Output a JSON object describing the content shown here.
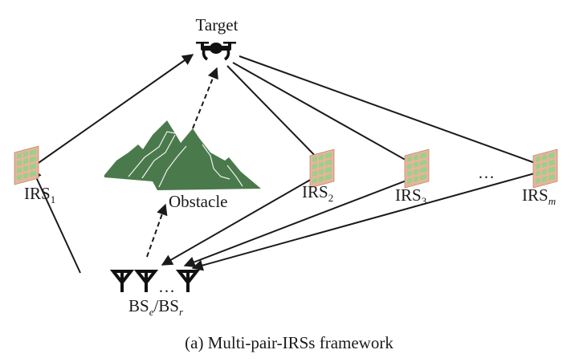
{
  "diagram": {
    "caption": "(a) Multi-pair-IRSs framework",
    "target": {
      "label": "Target",
      "icon": "drone-icon"
    },
    "obstacle": {
      "label": "Obstacle",
      "icon": "mountain-icon",
      "color": "#4a7a4c"
    },
    "base_station": {
      "label_main_e": "BS",
      "label_sub_e": "e",
      "label_sep": "/BS",
      "label_sub_r": "r",
      "ellipsis": "…",
      "icon": "antenna-icon"
    },
    "irs": [
      {
        "id": "irs-1",
        "main": "IRS",
        "sub": "1"
      },
      {
        "id": "irs-2",
        "main": "IRS",
        "sub": "2"
      },
      {
        "id": "irs-3",
        "main": "IRS",
        "sub": "3"
      },
      {
        "id": "irs-m",
        "main": "IRS",
        "sub": "m"
      }
    ],
    "irs_ellipsis": "…",
    "colors": {
      "irs_frame": "#e8b49a",
      "irs_cell": "#9ccf8a",
      "line": "#1a1a1a"
    }
  }
}
